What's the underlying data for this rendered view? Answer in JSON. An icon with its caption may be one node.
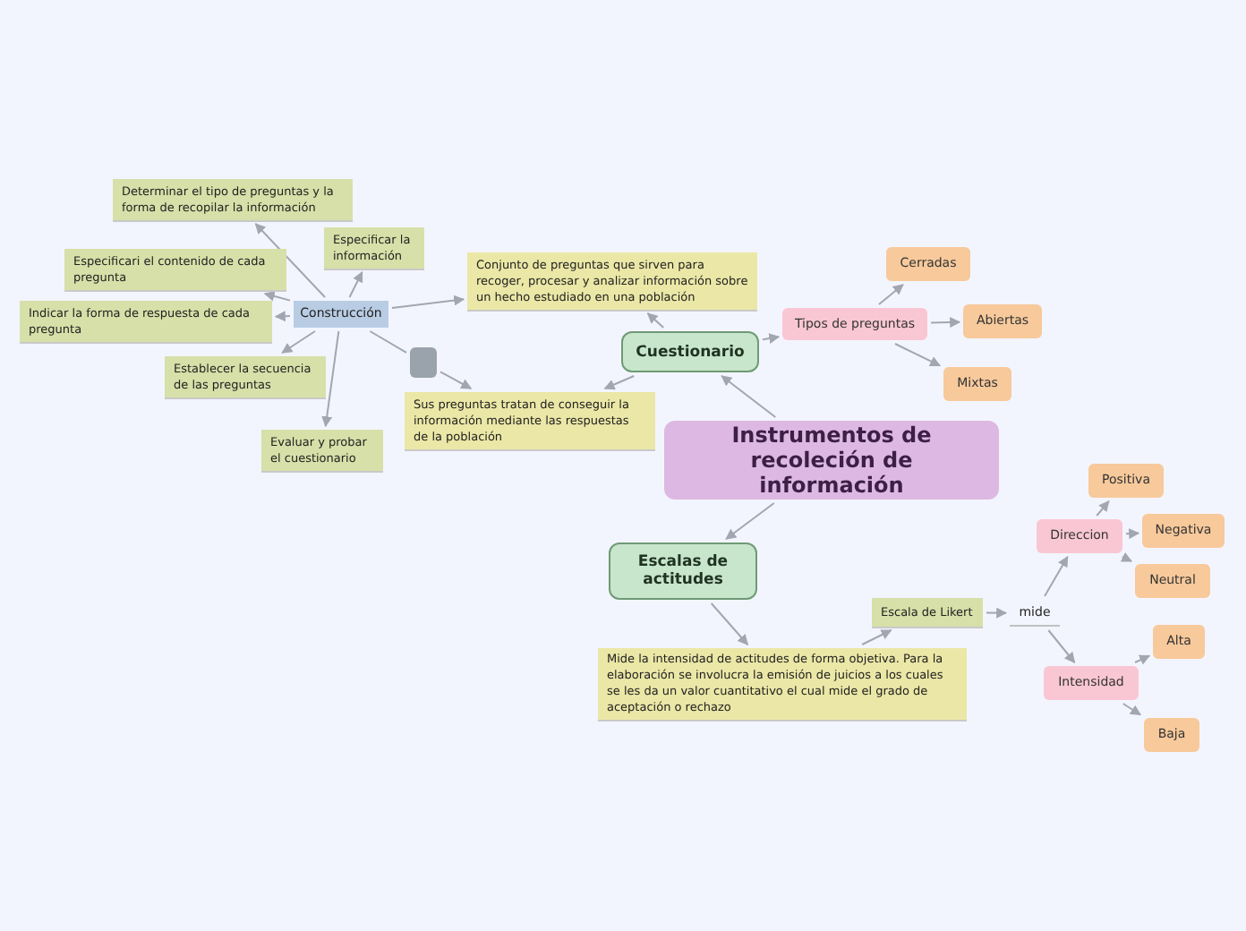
{
  "diagram": {
    "nodes": [
      {
        "text": [
          "Instrumentos de recoleción de información"
        ]
      },
      {
        "text": [
          "Cuestionario"
        ]
      },
      {
        "text": [
          "Escalas de actitudes"
        ]
      },
      {
        "text": [
          "Conjunto de preguntas que sirven para recoger, procesar y analizar información sobre un hecho estudiado en una población"
        ]
      },
      {
        "text": [
          "Tipos de preguntas"
        ]
      },
      {
        "text": [
          "Cerradas"
        ]
      },
      {
        "text": [
          "Abiertas"
        ]
      },
      {
        "text": [
          "Mixtas"
        ]
      },
      {
        "text": [
          "Sus preguntas tratan de conseguir la información mediante las respuestas de la población"
        ]
      },
      {
        "text": [],
        "shape": "box"
      },
      {
        "text": [
          "Construcción"
        ]
      },
      {
        "text": [
          "Determinar el tipo de preguntas y la forma de recopilar la información"
        ]
      },
      {
        "text": [
          "Especificar la información"
        ]
      },
      {
        "text": [
          "Especificari el contenido de cada pregunta"
        ]
      },
      {
        "text": [
          "Indicar la forma de respuesta de cada pregunta"
        ]
      },
      {
        "text": [
          "Establecer la secuencia de las preguntas"
        ]
      },
      {
        "text": [
          "Evaluar y probar el cuestionario"
        ]
      },
      {
        "text": [
          "Mide la intensidad de actitudes de forma objetiva. Para la elaboración se involucra la emisión de juicios a los cuales se les da un valor cuantitativo el cual mide el grado de aceptación o rechazo"
        ]
      },
      {
        "text": [
          "Escala de Likert"
        ]
      },
      {
        "text": [
          "mide"
        ]
      },
      {
        "text": [
          "Direccion"
        ]
      },
      {
        "text": [
          "Positiva"
        ]
      },
      {
        "text": [
          "Negativa"
        ]
      },
      {
        "text": [
          "Neutral"
        ]
      },
      {
        "text": [
          "Intensidad"
        ]
      },
      {
        "text": [
          "Alta"
        ]
      },
      {
        "text": [
          "Baja"
        ]
      }
    ],
    "edges": [
      {
        "from": 0,
        "to": 1,
        "arrow": "to"
      },
      {
        "from": 0,
        "to": 2,
        "arrow": "to"
      },
      {
        "from": 1,
        "to": 3,
        "arrow": "to"
      },
      {
        "from": 1,
        "to": 4,
        "arrow": "to"
      },
      {
        "from": 1,
        "to": 8,
        "arrow": "to"
      },
      {
        "from": 4,
        "to": 5,
        "arrow": "to"
      },
      {
        "from": 4,
        "to": 6,
        "arrow": "to"
      },
      {
        "from": 4,
        "to": 7,
        "arrow": "to"
      },
      {
        "from": 10,
        "to": 11,
        "arrow": "to"
      },
      {
        "from": 10,
        "to": 12,
        "arrow": "to"
      },
      {
        "from": 10,
        "to": 13,
        "arrow": "to"
      },
      {
        "from": 10,
        "to": 14,
        "arrow": "to"
      },
      {
        "from": 10,
        "to": 15,
        "arrow": "to"
      },
      {
        "from": 10,
        "to": 16,
        "arrow": "to"
      },
      {
        "from": 10,
        "to": 3,
        "arrow": "to"
      },
      {
        "from": 10,
        "to": 9,
        "arrow": "none"
      },
      {
        "from": 9,
        "to": 8,
        "arrow": "to"
      },
      {
        "from": 2,
        "to": 17,
        "arrow": "to"
      },
      {
        "from": 17,
        "to": 18,
        "arrow": "to"
      },
      {
        "from": 18,
        "to": 19,
        "arrow": "to"
      },
      {
        "from": 19,
        "to": 20,
        "arrow": "to"
      },
      {
        "from": 19,
        "to": 24,
        "arrow": "to"
      },
      {
        "from": 20,
        "to": 21,
        "arrow": "to"
      },
      {
        "from": 20,
        "to": 22,
        "arrow": "to"
      },
      {
        "from": 20,
        "to": 23,
        "arrow": "to"
      },
      {
        "from": 24,
        "to": 25,
        "arrow": "to"
      },
      {
        "from": 24,
        "to": 26,
        "arrow": "to"
      }
    ]
  }
}
